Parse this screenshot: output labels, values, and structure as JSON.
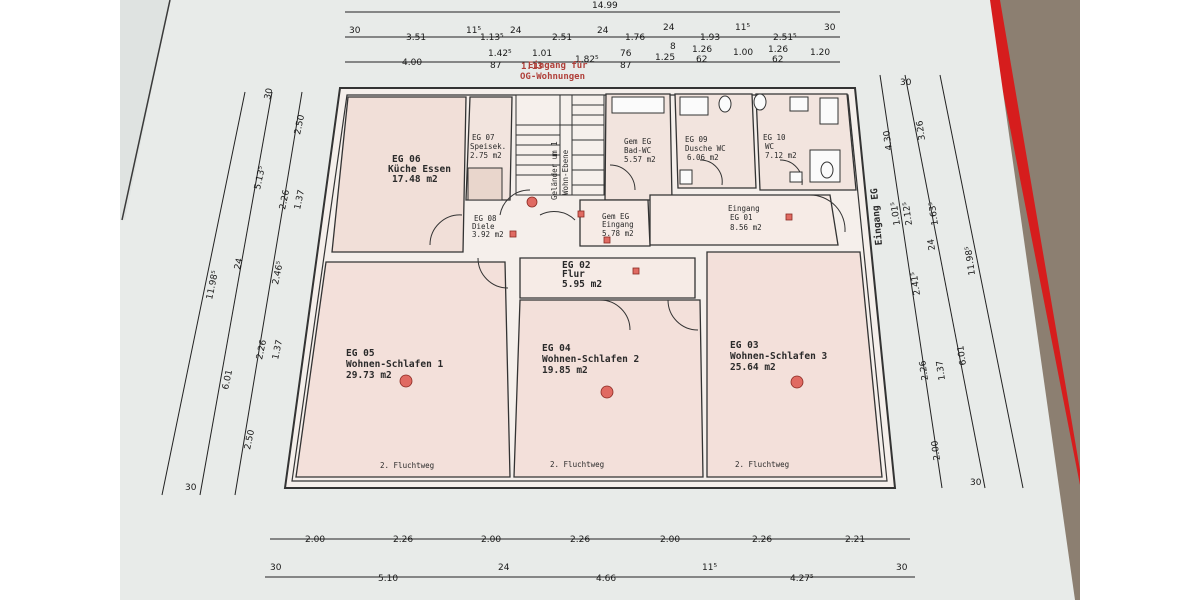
{
  "colors": {
    "paper": "#e9ecea",
    "wall_fill": "#f7f0ec",
    "room_fill": "#f4e2dc",
    "line": "#2b2b2b",
    "marker": "#e06060",
    "red_edge": "#d81e1e",
    "wood": "#8d7f70"
  },
  "top_dims": {
    "row1": [
      "14.99"
    ],
    "row2": [
      "30",
      "3.51",
      "11⁵",
      "1.13⁵",
      "24",
      "2.51",
      "24",
      "1.76",
      "24",
      "1.93",
      "11⁵",
      "2.51⁵",
      "30"
    ],
    "row2_sub": [
      "8"
    ],
    "row3": [
      "4.00",
      "1.42⁵",
      "1.01",
      "1.82⁵",
      "76",
      "1.25",
      "1.26",
      "1.00",
      "1.26",
      "1.20"
    ],
    "row3_sub": [
      "87",
      "1.13",
      "87",
      "62",
      "62"
    ]
  },
  "bottom_dims": {
    "row1": [
      "2.00",
      "2.26",
      "2.00",
      "2.26",
      "2.00",
      "2.26",
      "2.21"
    ],
    "row2": [
      "30",
      "24",
      "11⁵",
      "30"
    ],
    "row2_values": [
      "5.10",
      "4.66",
      "4.27⁵"
    ]
  },
  "left_dims": {
    "outer": [
      "11.98⁵",
      "30"
    ],
    "mid": [
      "6.01",
      "24",
      "5.13⁵",
      "30"
    ],
    "inner": [
      "2.50",
      "2.26",
      "2.46⁵",
      "2.26",
      "2.50"
    ],
    "innermost": [
      "1.37",
      "1.37"
    ]
  },
  "right_dims": {
    "outer": [
      "11.98⁵",
      "30"
    ],
    "mid": [
      "6.01",
      "24",
      "3.26",
      "30"
    ],
    "inner": [
      "4.30",
      "2.12⁵",
      "2.41⁵",
      "2.26",
      "2.00"
    ],
    "innermost": [
      "1.63⁵",
      "1.37",
      "1.01⁵"
    ],
    "side_label": "Eingang EG"
  },
  "top_annotation": [
    "Eingang für",
    "OG-Wohnungen"
  ],
  "stair_text": [
    "Geländer um 1",
    "Wohn-Ebene"
  ],
  "rooms": [
    {
      "id": "EG 06",
      "name": "Küche Essen",
      "area": "17.48 m2"
    },
    {
      "id": "EG 07",
      "name": "Speisek.",
      "area": "2.75 m2"
    },
    {
      "id": "Gem EG",
      "name": "Bad-WC",
      "area": "5.57 m2"
    },
    {
      "id": "EG 09",
      "name": "Dusche WC",
      "area": "6.06 m2"
    },
    {
      "id": "EG 10",
      "name": "WC",
      "area": "7.12 m2"
    },
    {
      "id": "EG 08",
      "name": "Diele",
      "area": "3.92 m2"
    },
    {
      "id": "Gem EG",
      "name": "Eingang",
      "area": "5.78 m2"
    },
    {
      "id": "Eingang",
      "name": "EG 01",
      "area": "8.56 m2"
    },
    {
      "id": "EG 02",
      "name": "Flur",
      "area": "5.95 m2"
    },
    {
      "id": "EG 05",
      "name": "Wohnen-Schlafen 1",
      "area": "29.73 m2"
    },
    {
      "id": "EG 04",
      "name": "Wohnen-Schlafen 2",
      "area": "19.85 m2"
    },
    {
      "id": "EG 03",
      "name": "Wohnen-Schlafen 3",
      "area": "25.64 m2"
    }
  ],
  "escape_labels": [
    "2. Fluchtweg",
    "2. Fluchtweg",
    "2. Fluchtweg"
  ]
}
